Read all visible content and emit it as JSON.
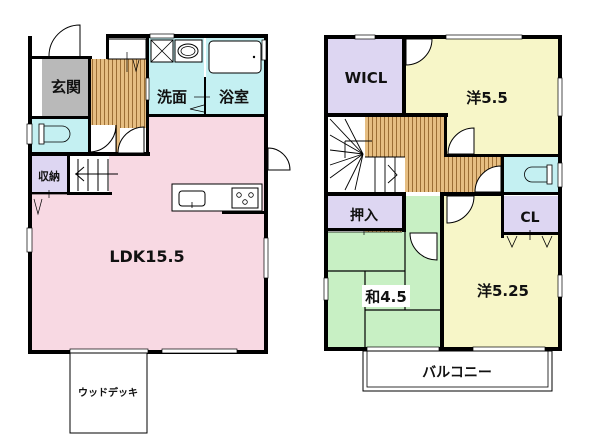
{
  "floor1": {
    "rooms": {
      "genkan": "玄関",
      "senmen": "洗面",
      "yokushitsu": "浴室",
      "shuno": "収納",
      "ldk": "LDK15.5",
      "wood_deck": "ウッドデッキ"
    }
  },
  "floor2": {
    "rooms": {
      "wicl": "WICL",
      "yo1": "洋5.5",
      "oshiire": "押入",
      "cl": "CL",
      "wa": "和4.5",
      "yo2": "洋5.25",
      "balcony": "バルコニー"
    }
  },
  "colors": {
    "ldk": "#f8d9e3",
    "wet": "#c4f0f2",
    "storage": "#ddd6f2",
    "genkan": "#b9b9b9",
    "yo": "#f7f6c8",
    "washitsu": "#c8f0c4",
    "floor_wood": "#e6be82",
    "wall": "#000000"
  }
}
